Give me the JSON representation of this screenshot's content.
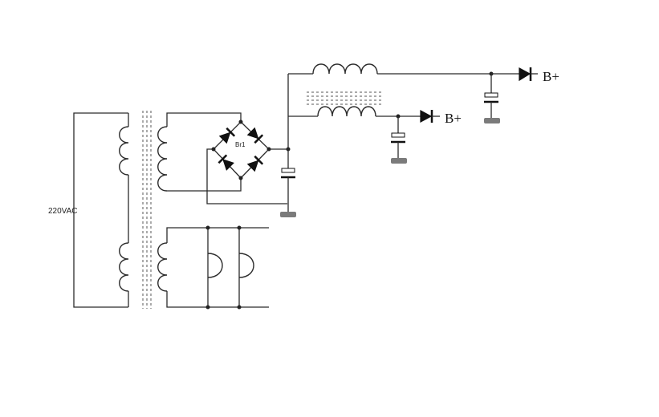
{
  "diagram": {
    "input_label": "220VAC",
    "bridge_label": "Br1",
    "output_label_1": "B+",
    "output_label_2": "B+"
  }
}
